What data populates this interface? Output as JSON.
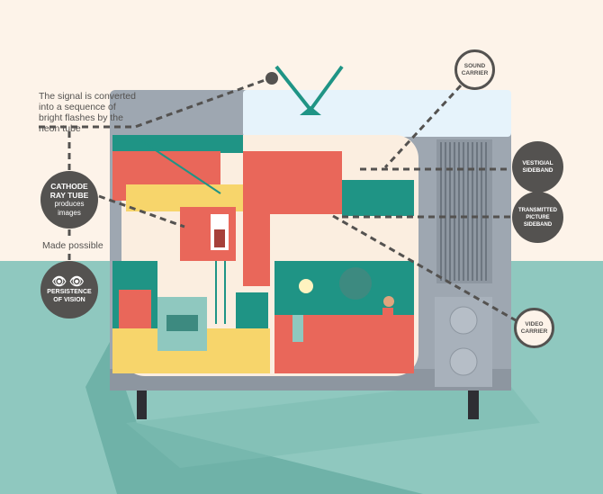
{
  "annotations": {
    "signal_text": "The signal is converted into a sequence of bright flashes by the neon tube",
    "cathode": {
      "title": "CATHODE RAY TUBE",
      "subtitle": "produces images"
    },
    "made_possible": "Made possible",
    "persistence": {
      "icon": "eye-icon",
      "title": "PERSISTENCE OF VISION"
    },
    "sound_carrier": "SOUND CARRIER",
    "vestigial_sideband": "VESTIGIAL SIDEBAND",
    "transmitted_picture_sideband": "TRANSMITTED PICTURE SIDEBAND",
    "video_carrier": "VIDEO CARRIER"
  },
  "colors": {
    "cream": "#fdf3e9",
    "teal_bg": "#8fc8bf",
    "label_dark": "#545250",
    "tv_body": "#9ea7b1",
    "accent_red": "#e9675a",
    "accent_teal": "#1f9485",
    "accent_yellow": "#f7d56b"
  }
}
